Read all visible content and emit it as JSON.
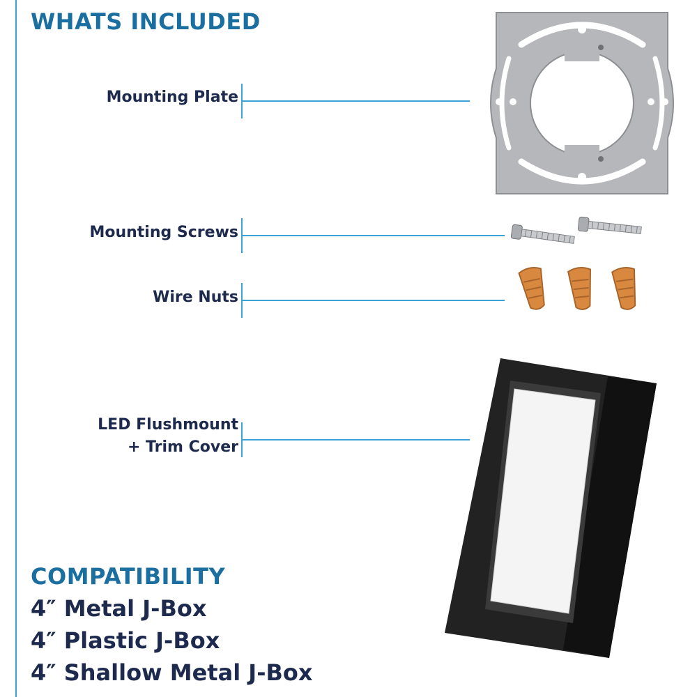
{
  "colors": {
    "accent": "#1a6fa0",
    "rule": "#3aa3d6",
    "text": "#1d2a4d",
    "plate": "#b5b7ba",
    "nut": "#d9893f",
    "fixture": "#1e1e1e"
  },
  "included": {
    "title": "WHATS INCLUDED",
    "items": [
      {
        "label": "Mounting Plate",
        "icon": "mounting-plate-icon"
      },
      {
        "label": "Mounting Screws",
        "icon": "screws-icon"
      },
      {
        "label": "Wire Nuts",
        "icon": "wire-nuts-icon"
      },
      {
        "label_line1": "LED Flushmount",
        "label_line2": "+ Trim Cover",
        "icon": "flushmount-icon"
      }
    ]
  },
  "compatibility": {
    "title": "COMPATIBILITY",
    "items": [
      "4″ Metal J-Box",
      "4″ Plastic J-Box",
      "4″ Shallow Metal J-Box"
    ]
  }
}
